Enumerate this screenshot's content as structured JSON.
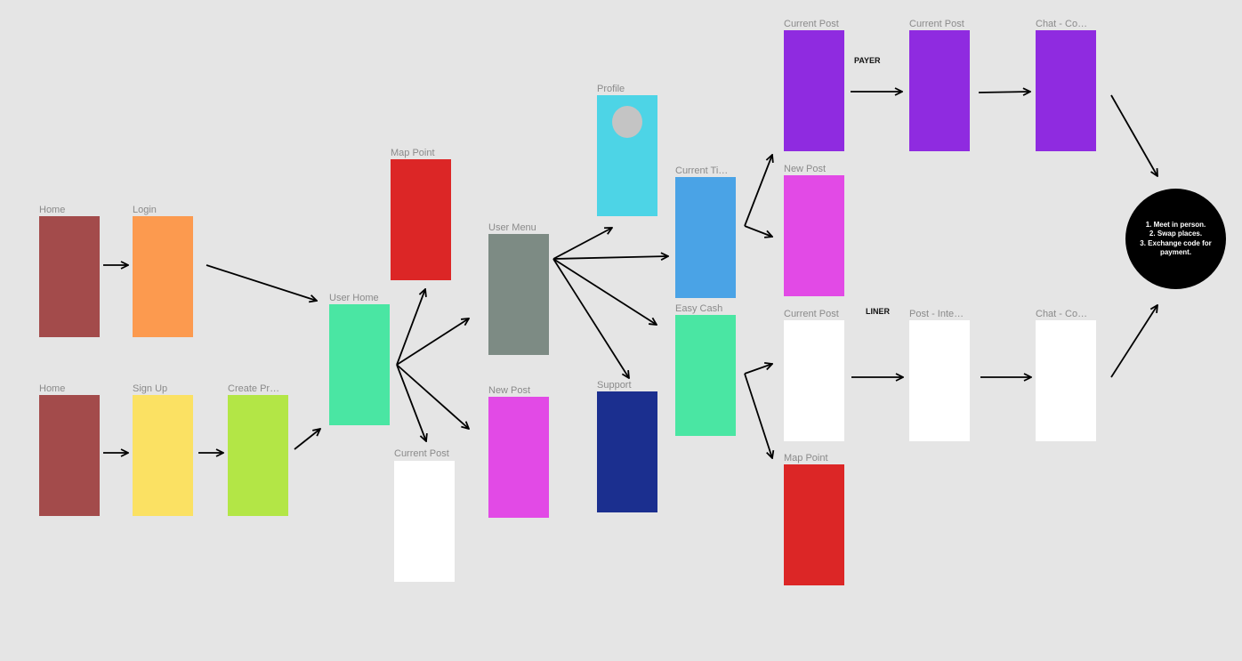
{
  "frames": [
    {
      "id": "home-1",
      "label": "Home",
      "color": "#a34b4b"
    },
    {
      "id": "login",
      "label": "Login",
      "color": "#fc9a4f"
    },
    {
      "id": "home-2",
      "label": "Home",
      "color": "#a34b4b"
    },
    {
      "id": "sign-up",
      "label": "Sign Up",
      "color": "#fbe163"
    },
    {
      "id": "create-profile",
      "label": "Create Pr…",
      "color": "#b3e646"
    },
    {
      "id": "user-home",
      "label": "User Home",
      "color": "#4ae6a3"
    },
    {
      "id": "map-point-1",
      "label": "Map Point",
      "color": "#dc2626"
    },
    {
      "id": "current-post-1",
      "label": "Current Post",
      "color": "#ffffff"
    },
    {
      "id": "user-menu",
      "label": "User Menu",
      "color": "#7d8b84"
    },
    {
      "id": "new-post-1",
      "label": "New Post",
      "color": "#e24ae6"
    },
    {
      "id": "profile",
      "label": "Profile",
      "color": "#4dd4e6"
    },
    {
      "id": "support",
      "label": "Support",
      "color": "#1b2f8f"
    },
    {
      "id": "current-ticket",
      "label": "Current Ti…",
      "color": "#4aa3e6"
    },
    {
      "id": "easy-cash",
      "label": "Easy Cash",
      "color": "#4ae6a3"
    },
    {
      "id": "current-post-payer",
      "label": "Current Post",
      "color": "#8f2be0"
    },
    {
      "id": "new-post-2",
      "label": "New Post",
      "color": "#e24ae6"
    },
    {
      "id": "current-post-liner",
      "label": "Current Post",
      "color": "#ffffff"
    },
    {
      "id": "map-point-2",
      "label": "Map Point",
      "color": "#dc2626"
    },
    {
      "id": "current-post-payer-2",
      "label": "Current Post",
      "color": "#8f2be0"
    },
    {
      "id": "chat-payer",
      "label": "Chat - Co…",
      "color": "#8f2be0"
    },
    {
      "id": "post-interest",
      "label": "Post - Inte…",
      "color": "#ffffff"
    },
    {
      "id": "chat-liner",
      "label": "Chat - Co…",
      "color": "#ffffff"
    }
  ],
  "tags": {
    "payer": "PAYER",
    "liner": "LINER"
  },
  "steps": [
    "1. Meet in person.",
    "2. Swap places.",
    "3. Exchange code for",
    "payment."
  ],
  "colors": {
    "background": "#e5e5e5",
    "arrow": "#000000",
    "avatar": "#c4c4c4"
  }
}
